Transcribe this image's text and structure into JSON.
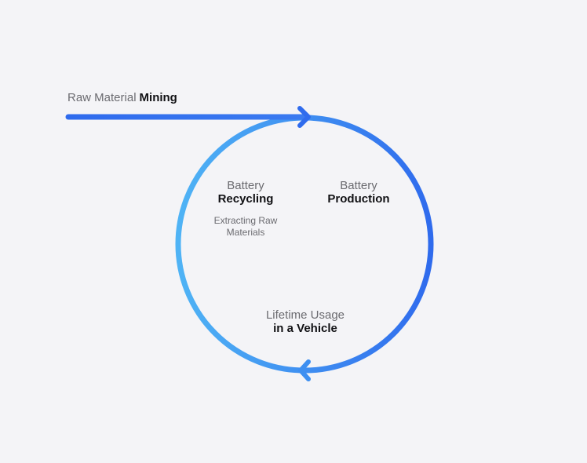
{
  "diagram": {
    "raw_material": {
      "light": "Raw Material",
      "bold": "Mining"
    },
    "nodes": {
      "recycling": {
        "light": "Battery",
        "bold": "Recycling",
        "sub": [
          "Extracting Raw",
          "Materials"
        ]
      },
      "production": {
        "light": "Battery",
        "bold": "Production"
      },
      "usage": {
        "light": "Lifetime Usage",
        "bold": "in a Vehicle"
      }
    },
    "colors": {
      "accent_dark": "#2f6bed",
      "accent_light": "#4fb3f5",
      "background": "#f4f4f7"
    }
  }
}
